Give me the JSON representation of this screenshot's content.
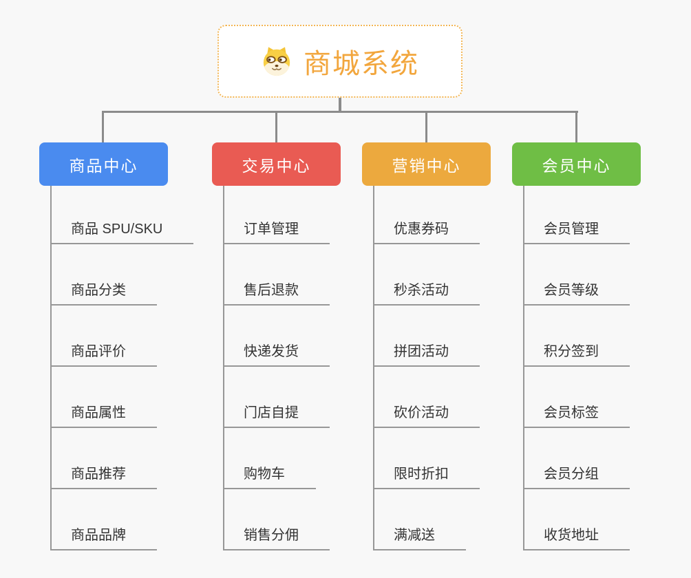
{
  "page": {
    "background": "#f8f8f8",
    "connector_color": "#8b8b8b"
  },
  "root": {
    "title": "商城系统",
    "title_color": "#f2a63d",
    "border_color": "#f3b552",
    "icon": "doge-face-icon"
  },
  "branches": [
    {
      "label": "商品中心",
      "color": "#4a8bef",
      "items": [
        "商品 SPU/SKU",
        "商品分类",
        "商品评价",
        "商品属性",
        "商品推荐",
        "商品品牌"
      ]
    },
    {
      "label": "交易中心",
      "color": "#e95b53",
      "items": [
        "订单管理",
        "售后退款",
        "快递发货",
        "门店自提",
        "购物车",
        "销售分佣"
      ]
    },
    {
      "label": "营销中心",
      "color": "#eca93e",
      "items": [
        "优惠券码",
        "秒杀活动",
        "拼团活动",
        "砍价活动",
        "限时折扣",
        "满减送"
      ]
    },
    {
      "label": "会员中心",
      "color": "#6fbe45",
      "items": [
        "会员管理",
        "会员等级",
        "积分签到",
        "会员标签",
        "会员分组",
        "收货地址"
      ]
    }
  ]
}
